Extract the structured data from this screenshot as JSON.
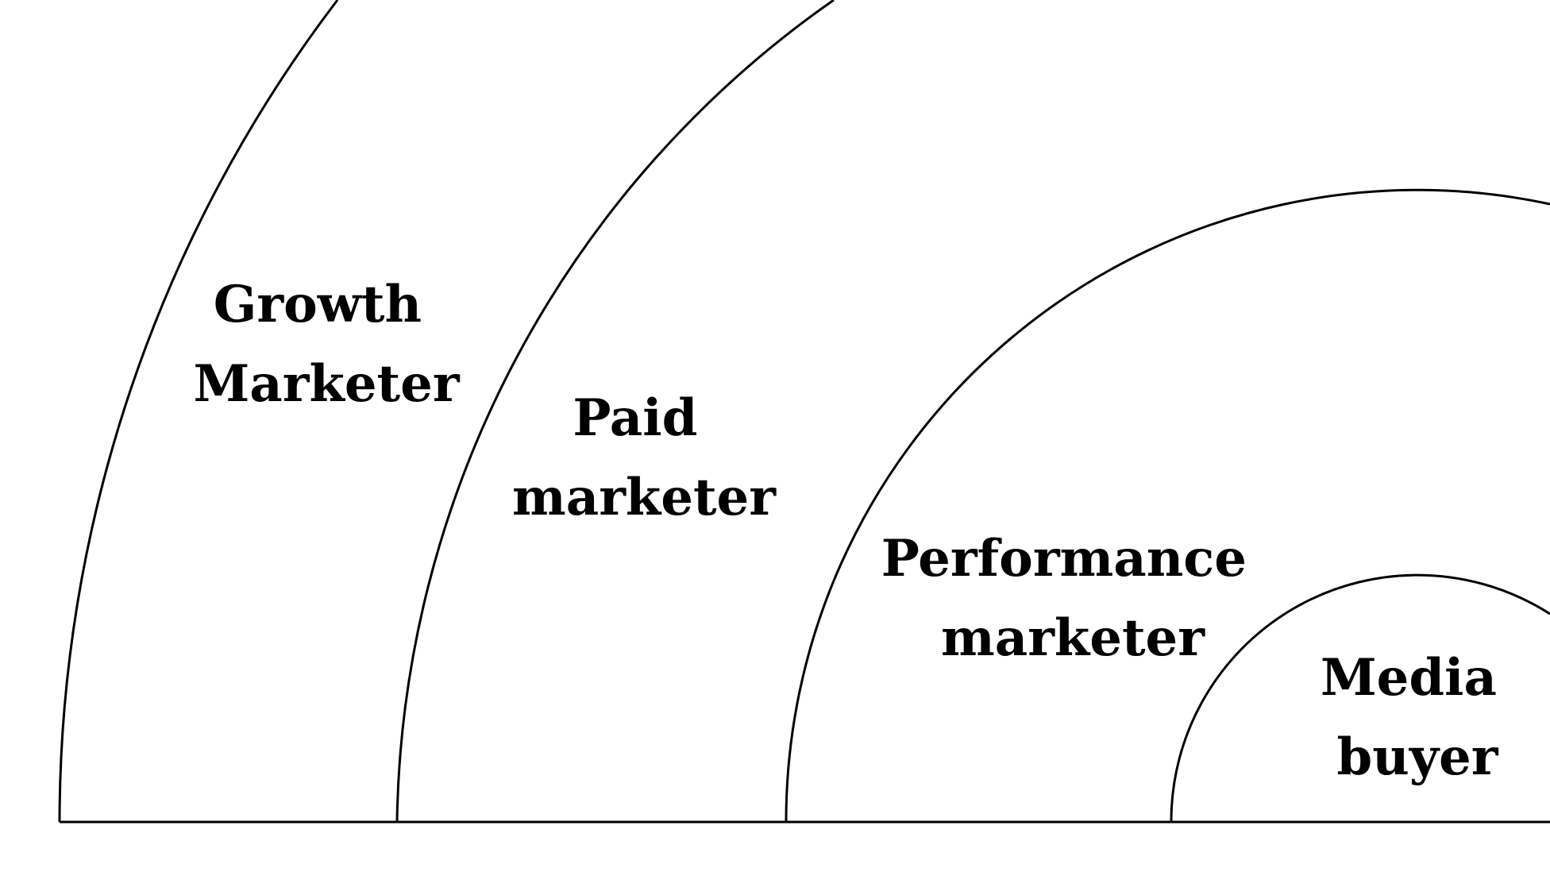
{
  "diagram": {
    "rings": [
      {
        "name": "outer",
        "label_lines": [
          "Growth",
          "Marketer"
        ]
      },
      {
        "name": "second",
        "label_lines": [
          "Paid",
          "marketer"
        ]
      },
      {
        "name": "third",
        "label_lines": [
          "Performance",
          "marketer"
        ]
      },
      {
        "name": "inner",
        "label_lines": [
          "Media",
          "buyer"
        ]
      }
    ],
    "colors": {
      "stroke": "#000000",
      "text": "#000000",
      "background": "#ffffff"
    }
  }
}
